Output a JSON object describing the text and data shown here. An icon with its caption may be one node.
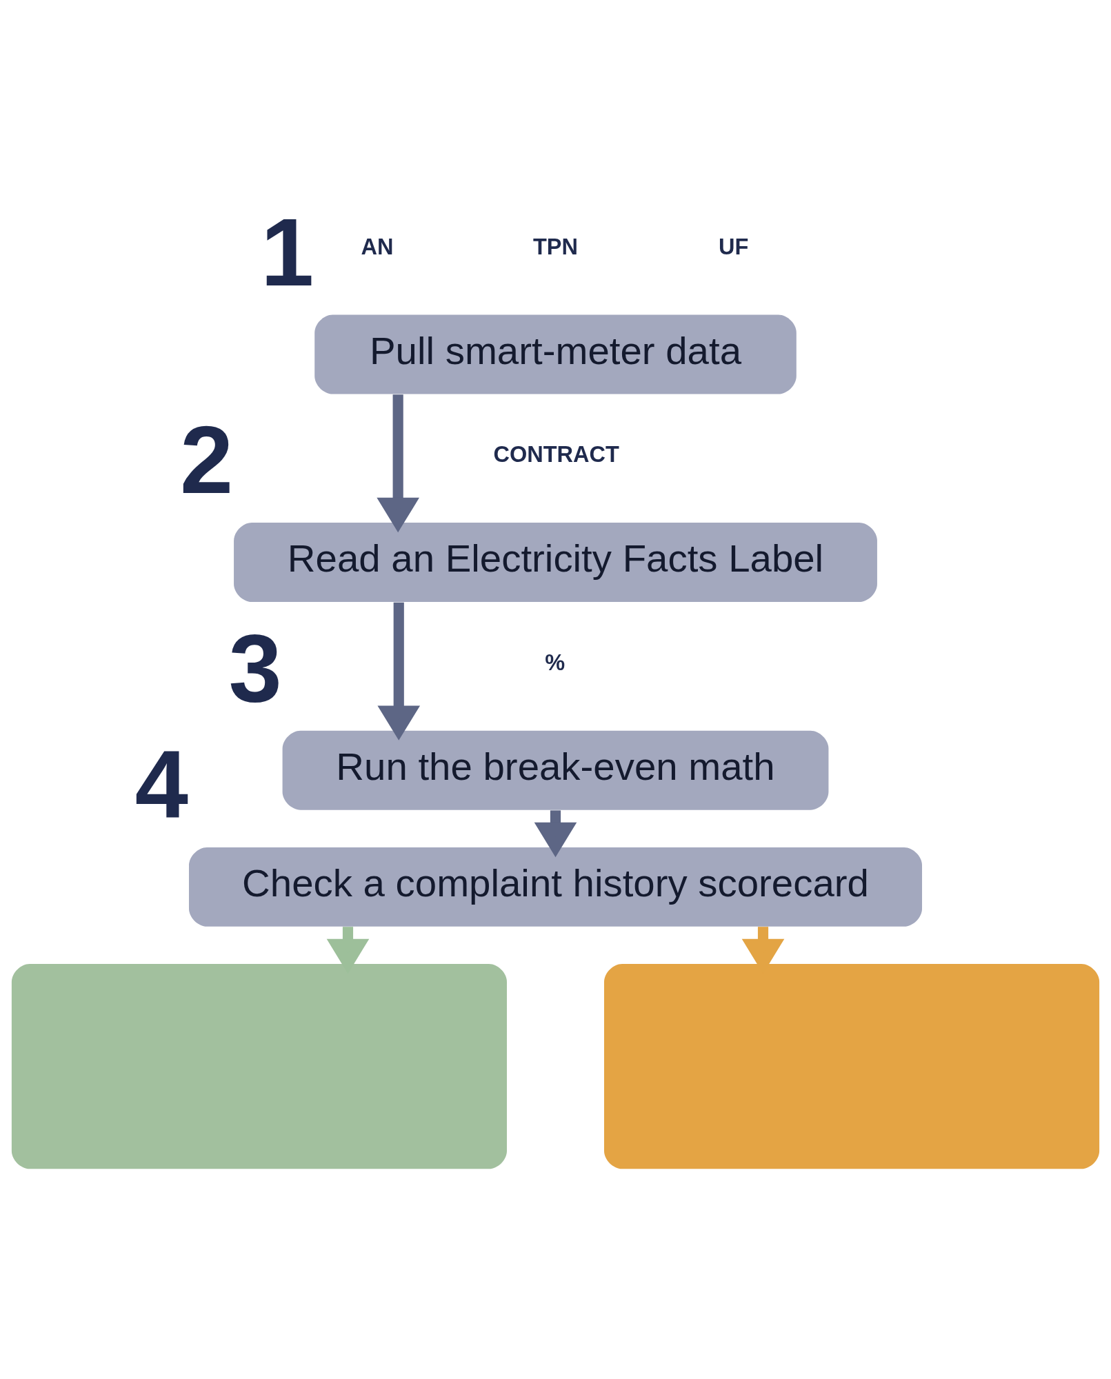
{
  "diagram": {
    "nodes": [
      {
        "text": [
          "Pull smart-meter data"
        ],
        "beside": [
          "1"
        ]
      },
      {
        "text": [
          "Read an Electricity Facts Label"
        ],
        "beside": [
          "2"
        ]
      },
      {
        "text": [
          "Run the break-even math"
        ],
        "beside": [
          "3"
        ]
      },
      {
        "text": [
          "Check a complaint history scorecard"
        ],
        "beside": [
          "4"
        ]
      },
      {
        "text": [],
        "shape": "box"
      },
      {
        "text": [],
        "shape": "box"
      }
    ],
    "edges": [
      {
        "from": 0,
        "to": 1,
        "arrow": "to"
      },
      {
        "from": 1,
        "to": 2,
        "arrow": "to"
      },
      {
        "from": 2,
        "to": 3,
        "arrow": "to"
      },
      {
        "from": 3,
        "to": 4,
        "arrow": "to",
        "color": "#9dbf9a"
      },
      {
        "from": 3,
        "to": 5,
        "arrow": "to",
        "color": "#e3a444"
      }
    ],
    "labels": [
      "AN",
      "TPN",
      "UF",
      "CONTRACT",
      "%"
    ]
  }
}
